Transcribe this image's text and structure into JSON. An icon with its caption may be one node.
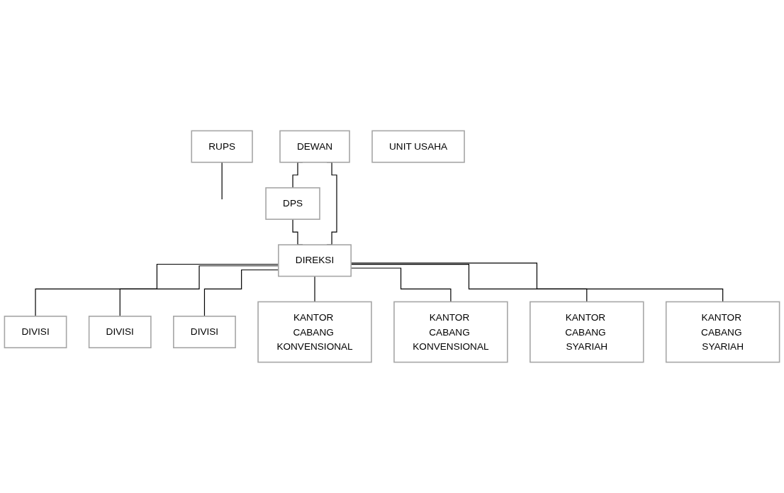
{
  "diagram": {
    "nodes": [
      {
        "text": [
          "RUPS"
        ]
      },
      {
        "text": [
          "DEWAN"
        ]
      },
      {
        "text": [
          "DPS"
        ]
      },
      {
        "text": [
          "DIREKSI"
        ]
      },
      {
        "text": [
          "DIVISI"
        ]
      },
      {
        "text": [
          "DIVISI"
        ]
      },
      {
        "text": [
          "DIVISI"
        ]
      },
      {
        "text": [
          "UNIT USAHA"
        ]
      },
      {
        "text": [
          "KANTOR CABANG KONVENSIONAL"
        ]
      },
      {
        "text": [
          "KANTOR CABANG KONVENSIONAL"
        ]
      },
      {
        "text": [
          "KANTOR CABANG SYARIAH"
        ]
      },
      {
        "text": [
          "KANTOR CABANG SYARIAH"
        ]
      }
    ],
    "edges": [
      {
        "from": 0,
        "to": null,
        "arrow": "none"
      },
      {
        "from": 1,
        "to": 2,
        "arrow": "none"
      },
      {
        "from": 1,
        "to": 3,
        "arrow": "none"
      },
      {
        "from": 2,
        "to": 3,
        "arrow": "none"
      },
      {
        "from": 3,
        "to": 4,
        "arrow": "none"
      },
      {
        "from": 3,
        "to": 5,
        "arrow": "none"
      },
      {
        "from": 3,
        "to": 6,
        "arrow": "none"
      },
      {
        "from": 3,
        "to": 8,
        "arrow": "none"
      },
      {
        "from": 3,
        "to": 9,
        "arrow": "none"
      },
      {
        "from": 3,
        "to": 10,
        "arrow": "none"
      },
      {
        "from": 3,
        "to": 11,
        "arrow": "none"
      }
    ]
  }
}
